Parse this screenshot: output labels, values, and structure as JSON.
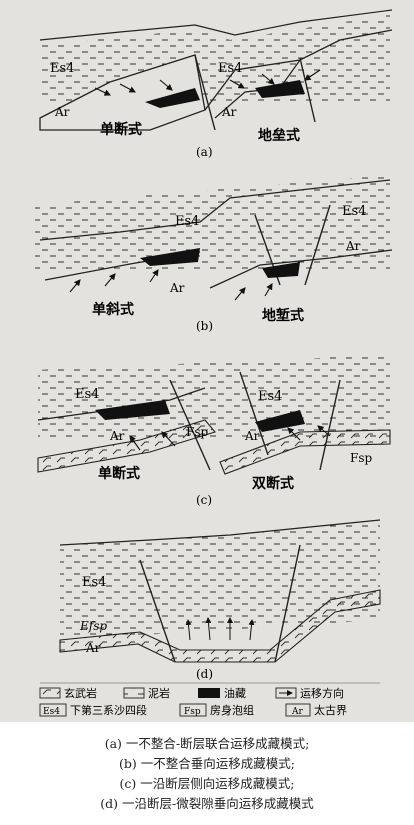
{
  "panels": {
    "a": {
      "label": "(a)",
      "left": {
        "title": "单断式",
        "es4": "Es4",
        "ar": "Ar"
      },
      "right": {
        "title": "地垒式",
        "es4": "Es4",
        "ar": "Ar"
      }
    },
    "b": {
      "label": "(b)",
      "left": {
        "title": "单斜式",
        "es4": "Es4",
        "ar": "Ar"
      },
      "right": {
        "title": "地堑式",
        "es4": "Es4",
        "ar": "Ar"
      }
    },
    "c": {
      "label": "(c)",
      "left": {
        "title": "单断式",
        "es4": "Es4",
        "ar": "Ar",
        "fsp": "Fsp"
      },
      "right": {
        "title": "双断式",
        "es4": "Es4",
        "ar": "Ar",
        "fsp": "Fsp"
      }
    },
    "d": {
      "label": "(d)",
      "es4": "Es4",
      "efsp": "Efsp",
      "ar": "Ar"
    }
  },
  "legend": [
    {
      "key": "basalt",
      "label": "玄武岩"
    },
    {
      "key": "mudstone",
      "label": "泥岩"
    },
    {
      "key": "oil",
      "label": "油藏"
    },
    {
      "key": "migration",
      "label": "运移方向"
    },
    {
      "key": "es4",
      "symbol": "Es4",
      "label": "下第三系沙四段"
    },
    {
      "key": "fsp",
      "symbol": "Fsp",
      "label": "房身泡组"
    },
    {
      "key": "ar",
      "symbol": "Ar",
      "label": "太古界"
    }
  ],
  "captions": [
    "(a) 一不整合-断层联合运移成藏模式;",
    "(b) 一不整合垂向运移成藏模式;",
    "(c) 一沿断层侧向运移成藏模式;",
    "(d) 一沿断层-微裂隙垂向运移成藏模式"
  ],
  "colors": {
    "background": "#e4e2df",
    "ink": "#1a1a1a",
    "oil": "#111111"
  }
}
